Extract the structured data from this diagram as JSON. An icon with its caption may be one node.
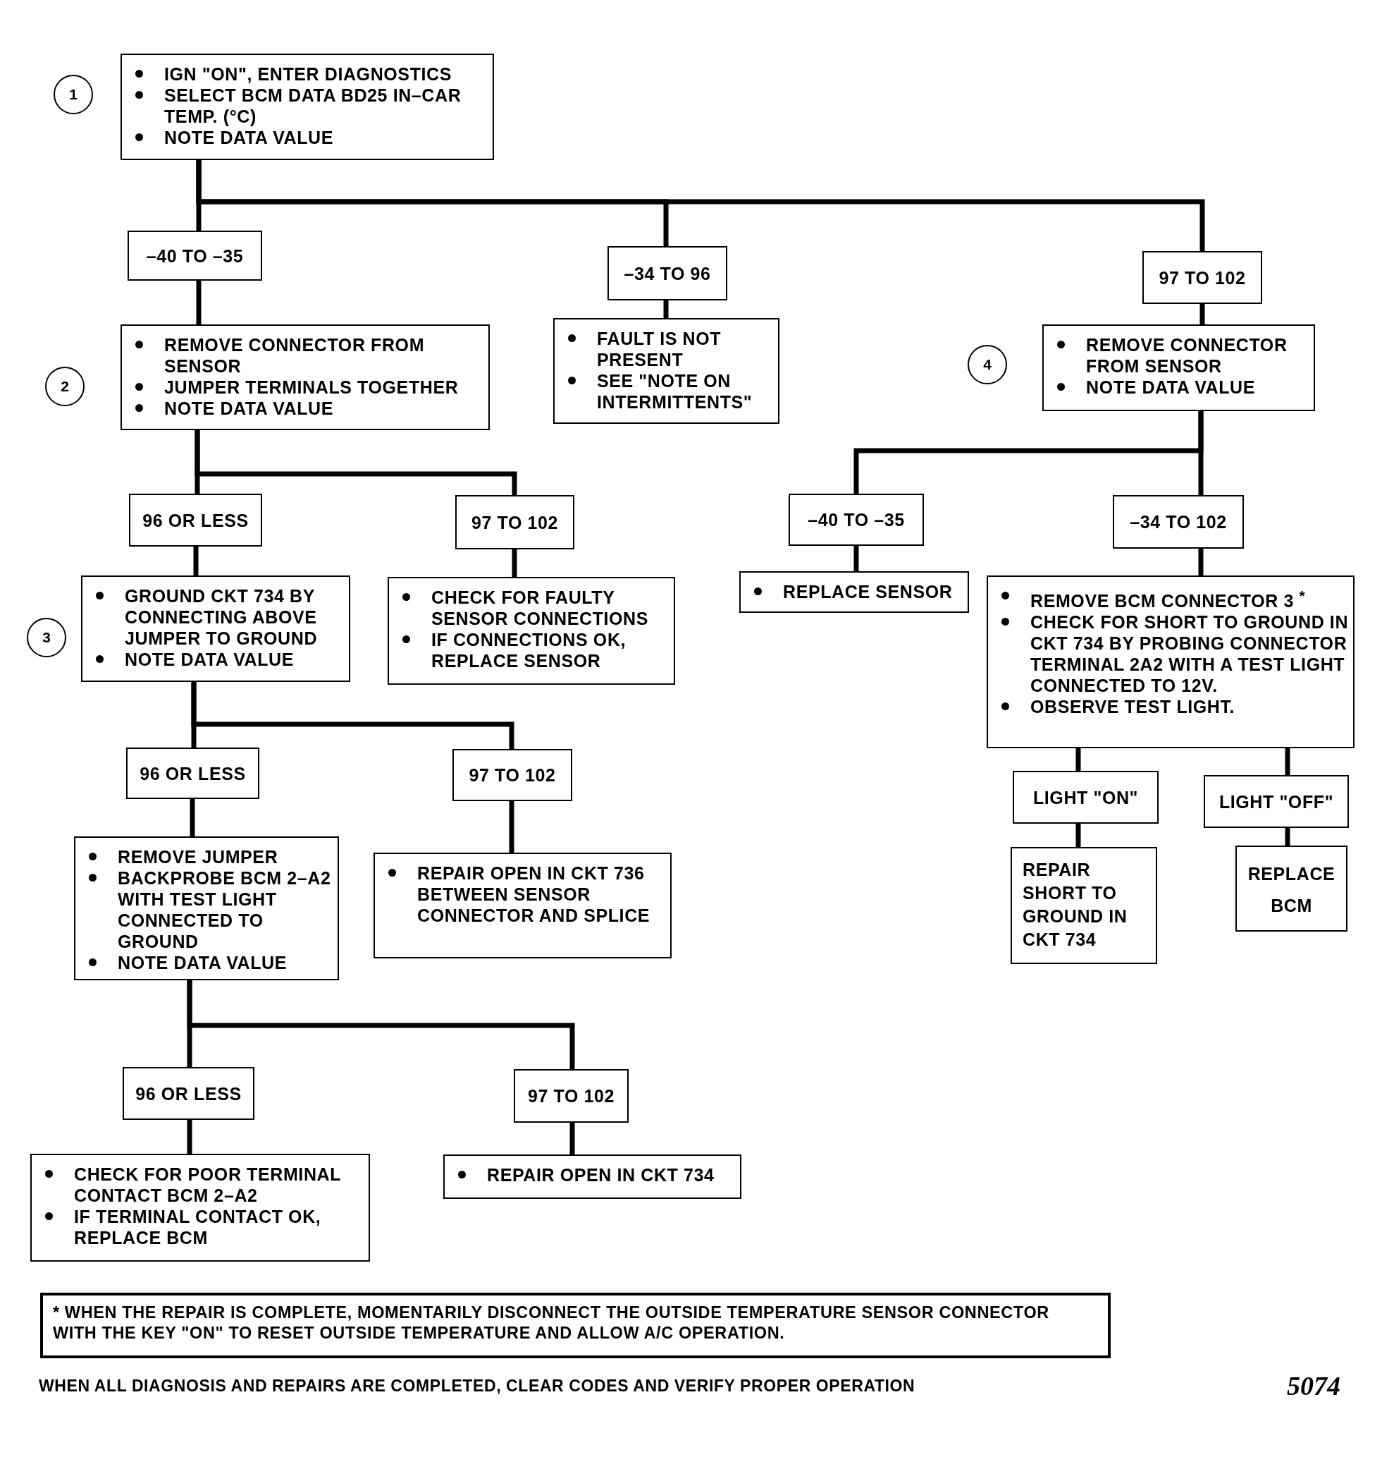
{
  "diagram": {
    "nodes": [
      {
        "text": [
          "1"
        ]
      },
      {
        "text": [
          "IGN \"ON\", ENTER DIAGNOSTICS",
          "SELECT BCM DATA BD25 IN–CAR TEMP. (°C)",
          "NOTE DATA VALUE"
        ]
      },
      {
        "text": [
          "–40 TO –35"
        ]
      },
      {
        "text": [
          "–34 TO 96"
        ]
      },
      {
        "text": [
          "97 TO 102"
        ]
      },
      {
        "text": [
          "2"
        ]
      },
      {
        "text": [
          "REMOVE CONNECTOR FROM SENSOR",
          "JUMPER TERMINALS TOGETHER",
          "NOTE DATA VALUE"
        ]
      },
      {
        "text": [
          "FAULT IS NOT PRESENT",
          "SEE \"NOTE ON INTERMITTENTS\""
        ]
      },
      {
        "text": [
          "4"
        ]
      },
      {
        "text": [
          "REMOVE CONNECTOR FROM SENSOR",
          "NOTE DATA VALUE"
        ]
      },
      {
        "text": [
          "96 OR LESS"
        ]
      },
      {
        "text": [
          "97 TO 102"
        ]
      },
      {
        "text": [
          "–40 TO –35"
        ]
      },
      {
        "text": [
          "–34 TO 102"
        ]
      },
      {
        "text": [
          "3"
        ]
      },
      {
        "text": [
          "GROUND CKT 734 BY CONNECTING ABOVE JUMPER TO GROUND",
          "NOTE DATA VALUE"
        ]
      },
      {
        "text": [
          "CHECK FOR FAULTY SENSOR CONNECTIONS",
          "IF CONNECTIONS OK, REPLACE SENSOR"
        ]
      },
      {
        "text": [
          "REPLACE SENSOR"
        ]
      },
      {
        "text": [
          "REMOVE BCM CONNECTOR 3 $^{*}$",
          "CHECK FOR SHORT TO GROUND IN CKT 734 BY PROBING CONNECTOR TERMINAL 2A2 WITH A TEST LIGHT CONNECTED TO 12V.",
          "OBSERVE TEST LIGHT."
        ]
      },
      {
        "text": [
          "96 OR LESS"
        ]
      },
      {
        "text": [
          "97 TO 102"
        ]
      },
      {
        "text": [
          "LIGHT \"ON\""
        ]
      },
      {
        "text": [
          "LIGHT \"OFF\""
        ]
      },
      {
        "text": [
          "REMOVE JUMPER",
          "BACKPROBE BCM 2–A2 WITH TEST LIGHT CONNECTED TO GROUND",
          "NOTE DATA VALUE"
        ]
      },
      {
        "text": [
          "REPAIR OPEN IN CKT 736 BETWEEN SENSOR CONNECTOR AND SPLICE"
        ]
      },
      {
        "text": [
          "REPAIR SHORT TO GROUND IN CKT 734"
        ]
      },
      {
        "text": [
          "REPLACE BCM"
        ]
      },
      {
        "text": [
          "96 OR LESS"
        ]
      },
      {
        "text": [
          "97 TO 102"
        ]
      },
      {
        "text": [
          "CHECK FOR POOR TERMINAL CONTACT BCM 2–A2",
          "IF TERMINAL CONTACT OK, REPLACE BCM"
        ]
      },
      {
        "text": [
          "REPAIR OPEN IN CKT 734"
        ]
      },
      {
        "text": [
          "* WHEN THE REPAIR IS COMPLETE, MOMENTARILY DISCONNECT THE OUTSIDE TEMPERATURE SENSOR CONNECTOR WITH THE KEY \"ON\" TO RESET OUTSIDE TEMPERATURE AND ALLOW A/C OPERATION."
        ]
      }
    ],
    "edges": [
      {
        "from": 1,
        "to": 2,
        "arrow": "none"
      },
      {
        "from": 1,
        "to": 3,
        "arrow": "none"
      },
      {
        "from": 1,
        "to": 4,
        "arrow": "none"
      },
      {
        "from": 2,
        "to": 6,
        "arrow": "none"
      },
      {
        "from": 3,
        "to": 7,
        "arrow": "none"
      },
      {
        "from": 4,
        "to": 9,
        "arrow": "none"
      },
      {
        "from": 6,
        "to": 10,
        "arrow": "none"
      },
      {
        "from": 6,
        "to": 11,
        "arrow": "none"
      },
      {
        "from": 9,
        "to": 12,
        "arrow": "none"
      },
      {
        "from": 9,
        "to": 13,
        "arrow": "none"
      },
      {
        "from": 10,
        "to": 15,
        "arrow": "none"
      },
      {
        "from": 11,
        "to": 16,
        "arrow": "none"
      },
      {
        "from": 12,
        "to": 17,
        "arrow": "none"
      },
      {
        "from": 13,
        "to": 18,
        "arrow": "none"
      },
      {
        "from": 15,
        "to": 19,
        "arrow": "none"
      },
      {
        "from": 15,
        "to": 20,
        "arrow": "none"
      },
      {
        "from": 18,
        "to": 21,
        "arrow": "none"
      },
      {
        "from": 18,
        "to": 22,
        "arrow": "none"
      },
      {
        "from": 19,
        "to": 23,
        "arrow": "none"
      },
      {
        "from": 20,
        "to": 24,
        "arrow": "none"
      },
      {
        "from": 21,
        "to": 25,
        "arrow": "none"
      },
      {
        "from": 22,
        "to": 26,
        "arrow": "none"
      },
      {
        "from": 23,
        "to": 27,
        "arrow": "none"
      },
      {
        "from": 23,
        "to": 28,
        "arrow": "none"
      },
      {
        "from": 27,
        "to": 29,
        "arrow": "none"
      },
      {
        "from": 28,
        "to": 30,
        "arrow": "none"
      }
    ],
    "labels": [
      "WHEN ALL DIAGNOSIS AND REPAIRS ARE COMPLETED, CLEAR CODES AND VERIFY PROPER OPERATION",
      "5074"
    ]
  }
}
